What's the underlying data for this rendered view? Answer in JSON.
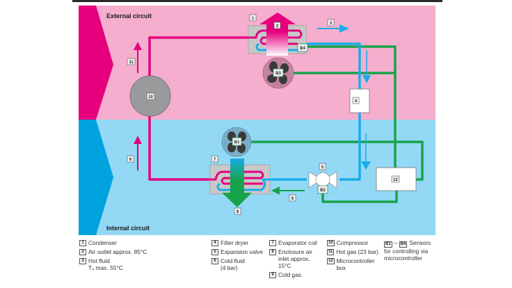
{
  "title": "Cooling unit refrigerant circuit diagram",
  "regions": {
    "external": {
      "label": "External circuit",
      "bg_color": "#f5aecd",
      "accent_color": "#e6007e"
    },
    "internal": {
      "label": "Internal circuit",
      "bg_color": "#93d8f5",
      "accent_color": "#00a3e0"
    }
  },
  "colors": {
    "hot_pipe": "#e6007e",
    "cold_pipe": "#1aabe8",
    "sensor_line": "#17a34a",
    "component_gray": "#9a9a9c",
    "coil_gray": "#cfcfcf"
  },
  "markers": {
    "n1": "1",
    "n2": "2",
    "n3": "3",
    "n4": "4",
    "n5": "5",
    "n6": "6",
    "n7": "7",
    "n8": "8",
    "n9": "9",
    "n10": "10",
    "n11": "11",
    "n12": "12",
    "b1": "B1",
    "b2": "B2",
    "b3": "B3",
    "b4": "B4"
  },
  "legend": {
    "col1": [
      {
        "num": "1",
        "text": "Condenser"
      },
      {
        "num": "2",
        "text": "Air outlet approx. 85°C"
      },
      {
        "num": "3",
        "text": "Hot fluid\nTᵤ max. 55°C"
      }
    ],
    "col2": [
      {
        "num": "4",
        "text": "Filter dryer"
      },
      {
        "num": "5",
        "text": "Expansion valve"
      },
      {
        "num": "6",
        "text": "Cold fluid\n(4 bar)"
      }
    ],
    "col3": [
      {
        "num": "7",
        "text": "Evaporator coil"
      },
      {
        "num": "8",
        "text": "Enclosure air\ninlet approx.\n15°C"
      },
      {
        "num": "9",
        "text": "Cold gas"
      }
    ],
    "col4": [
      {
        "num": "10",
        "text": "Compressor"
      },
      {
        "num": "11",
        "text": "Hot gas (23 bar)"
      },
      {
        "num": "12",
        "text": "Microcontroller\nbox"
      }
    ],
    "col5": {
      "from": "B1",
      "sep": "–",
      "to": "B4",
      "text": "Sensors\nfor controlling via\nmicrocontroller"
    }
  }
}
